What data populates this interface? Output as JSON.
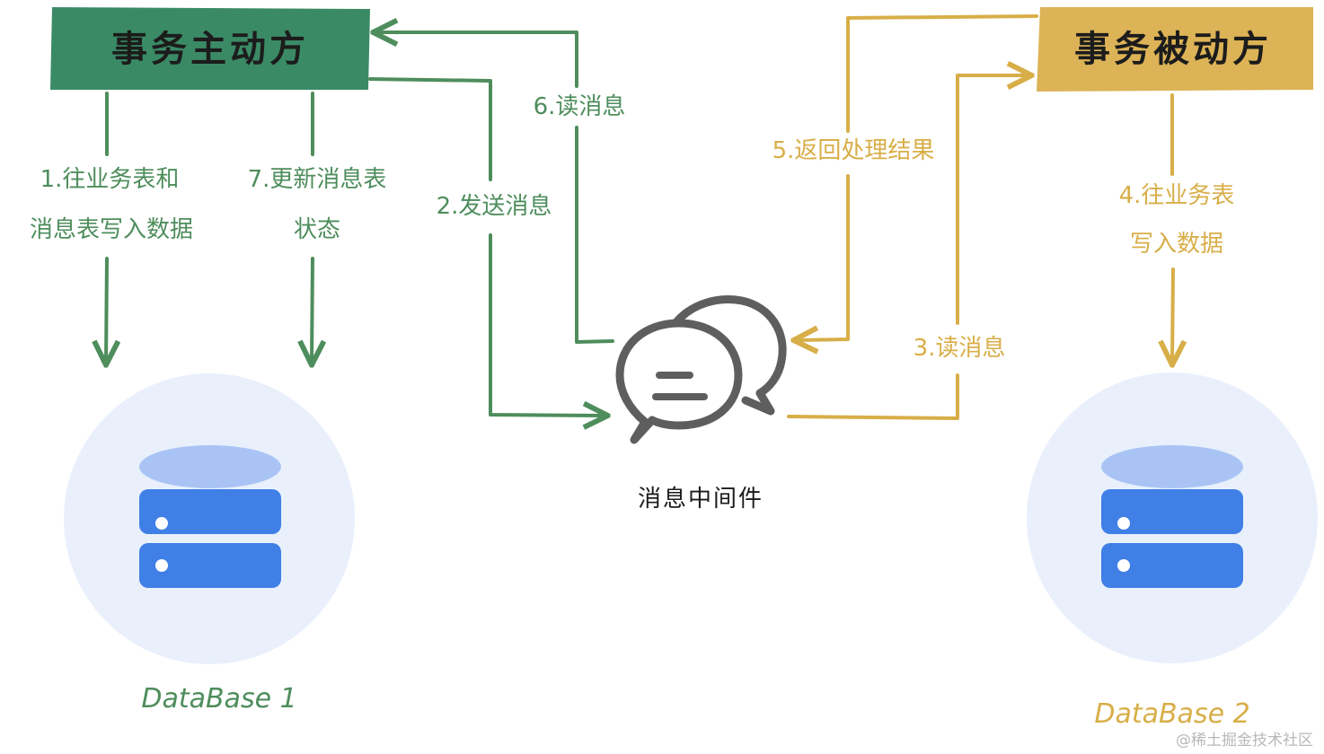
{
  "nodes": {
    "initiator": "事务主动方",
    "receiver": "事务被动方",
    "middleware": "消息中间件",
    "db1": "DataBase 1",
    "db2": "DataBase 2"
  },
  "steps": {
    "s1_line1": "1.往业务表和",
    "s1_line2": "消息表写入数据",
    "s2": "2.发送消息",
    "s3": "3.读消息",
    "s4_line1": "4.往业务表",
    "s4_line2": "写入数据",
    "s5": "5.返回处理结果",
    "s6": "6.读消息",
    "s7_line1": "7.更新消息表",
    "s7_line2": "状态"
  },
  "watermark": "@稀土掘金技术社区",
  "colors": {
    "initiator": "#3a8a66",
    "receiver": "#dcb356",
    "green_arrow": "#4e8d5c",
    "gold_arrow": "#d8ae48",
    "db_circle": "#e9f0fc",
    "db_blue": "#3f7fe6",
    "db_top": "#a9c4f4",
    "bubble": "#5e5e5e"
  }
}
